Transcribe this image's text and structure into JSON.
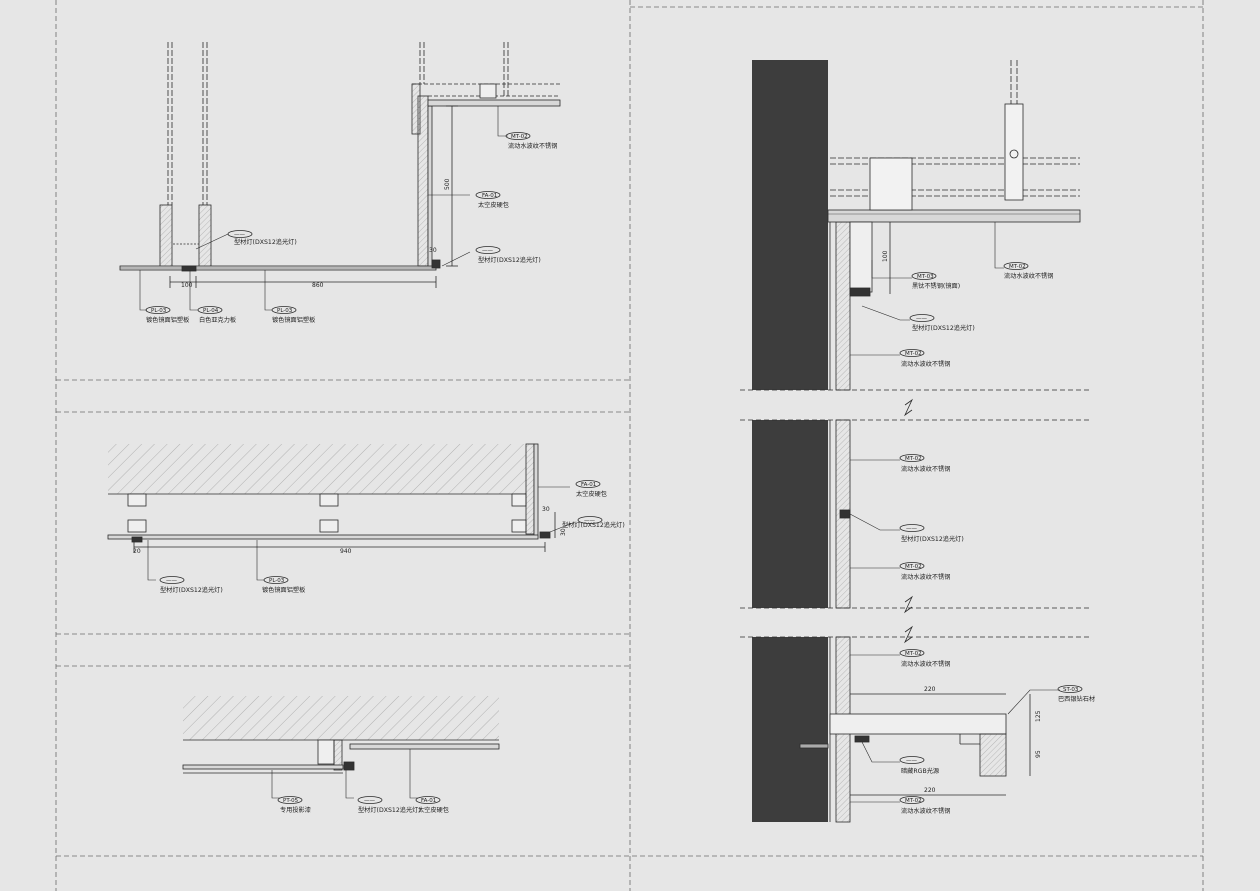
{
  "colors": {
    "background": "#e6e6e6",
    "line": "#2b2b2b",
    "wall_fill": "#3d3d3d",
    "hatch": "#9a9a9a"
  },
  "detail_1": {
    "dims": {
      "d100": "100",
      "d860": "860",
      "d500": "500",
      "d30": "30"
    },
    "notes": {
      "mt02_code": "MT-02",
      "mt02_text": "流动水波纹不锈钢",
      "fa01_code": "FA-01",
      "fa01_text": "太空皮硬包",
      "light_left_code": "——",
      "light_left_text": "型材灯(DXS12追光灯)",
      "light_right_code": "——",
      "light_right_text": "型材灯(DXS12追光灯)",
      "pl03a_code": "PL-03",
      "pl03a_text": "镀色镜面铝塑板",
      "pl04_code": "PL-04",
      "pl04_text": "白色亚克力板",
      "pl03b_code": "PL-03",
      "pl03b_text": "镀色镜面铝塑板"
    }
  },
  "detail_2": {
    "dims": {
      "d940": "940",
      "d30a": "30",
      "d30b": "30",
      "d20": "20"
    },
    "notes": {
      "fa01_code": "FA-01",
      "fa01_text": "太空皮硬包",
      "light_right_code": "——",
      "light_right_text": "型材灯(DXS12追光灯)",
      "light_left_code": "——",
      "light_left_text": "型材灯(DXS12追光灯)",
      "pl03_code": "PL-03",
      "pl03_text": "镀色镜面铝塑板"
    }
  },
  "detail_3": {
    "notes": {
      "pt05_code": "PT-05",
      "pt05_text": "专用投影漆",
      "light_code": "——",
      "light_text": "型材灯(DXS12追光灯)",
      "fa01_code": "FA-01",
      "fa01_text": "太空皮硬包"
    }
  },
  "detail_4": {
    "dims": {
      "d100": "100",
      "d220a": "220",
      "d220b": "220",
      "d125": "125",
      "d95": "95"
    },
    "notes": {
      "mt02_top_code": "MT-02",
      "mt02_top_text": "流动水波纹不锈钢",
      "mt03_code": "MT-03",
      "mt03_text": "黑钛不锈钢(镜面)",
      "light1_code": "——",
      "light1_text": "型材灯(DXS12追光灯)",
      "mt02_a_code": "MT-02",
      "mt02_a_text": "流动水波纹不锈钢",
      "mt02_b_code": "MT-02",
      "mt02_b_text": "流动水波纹不锈钢",
      "light2_code": "——",
      "light2_text": "型材灯(DXS12追光灯)",
      "mt02_c_code": "MT-02",
      "mt02_c_text": "流动水波纹不锈钢",
      "mt02_d_code": "MT-02",
      "mt02_d_text": "流动水波纹不锈钢",
      "st03_code": "ST-03",
      "st03_text": "巴西银钻石材",
      "led_code": "——",
      "led_text": "暗藏RGB光源",
      "mt02_e_code": "MT-02",
      "mt02_e_text": "流动水波纹不锈钢"
    }
  }
}
